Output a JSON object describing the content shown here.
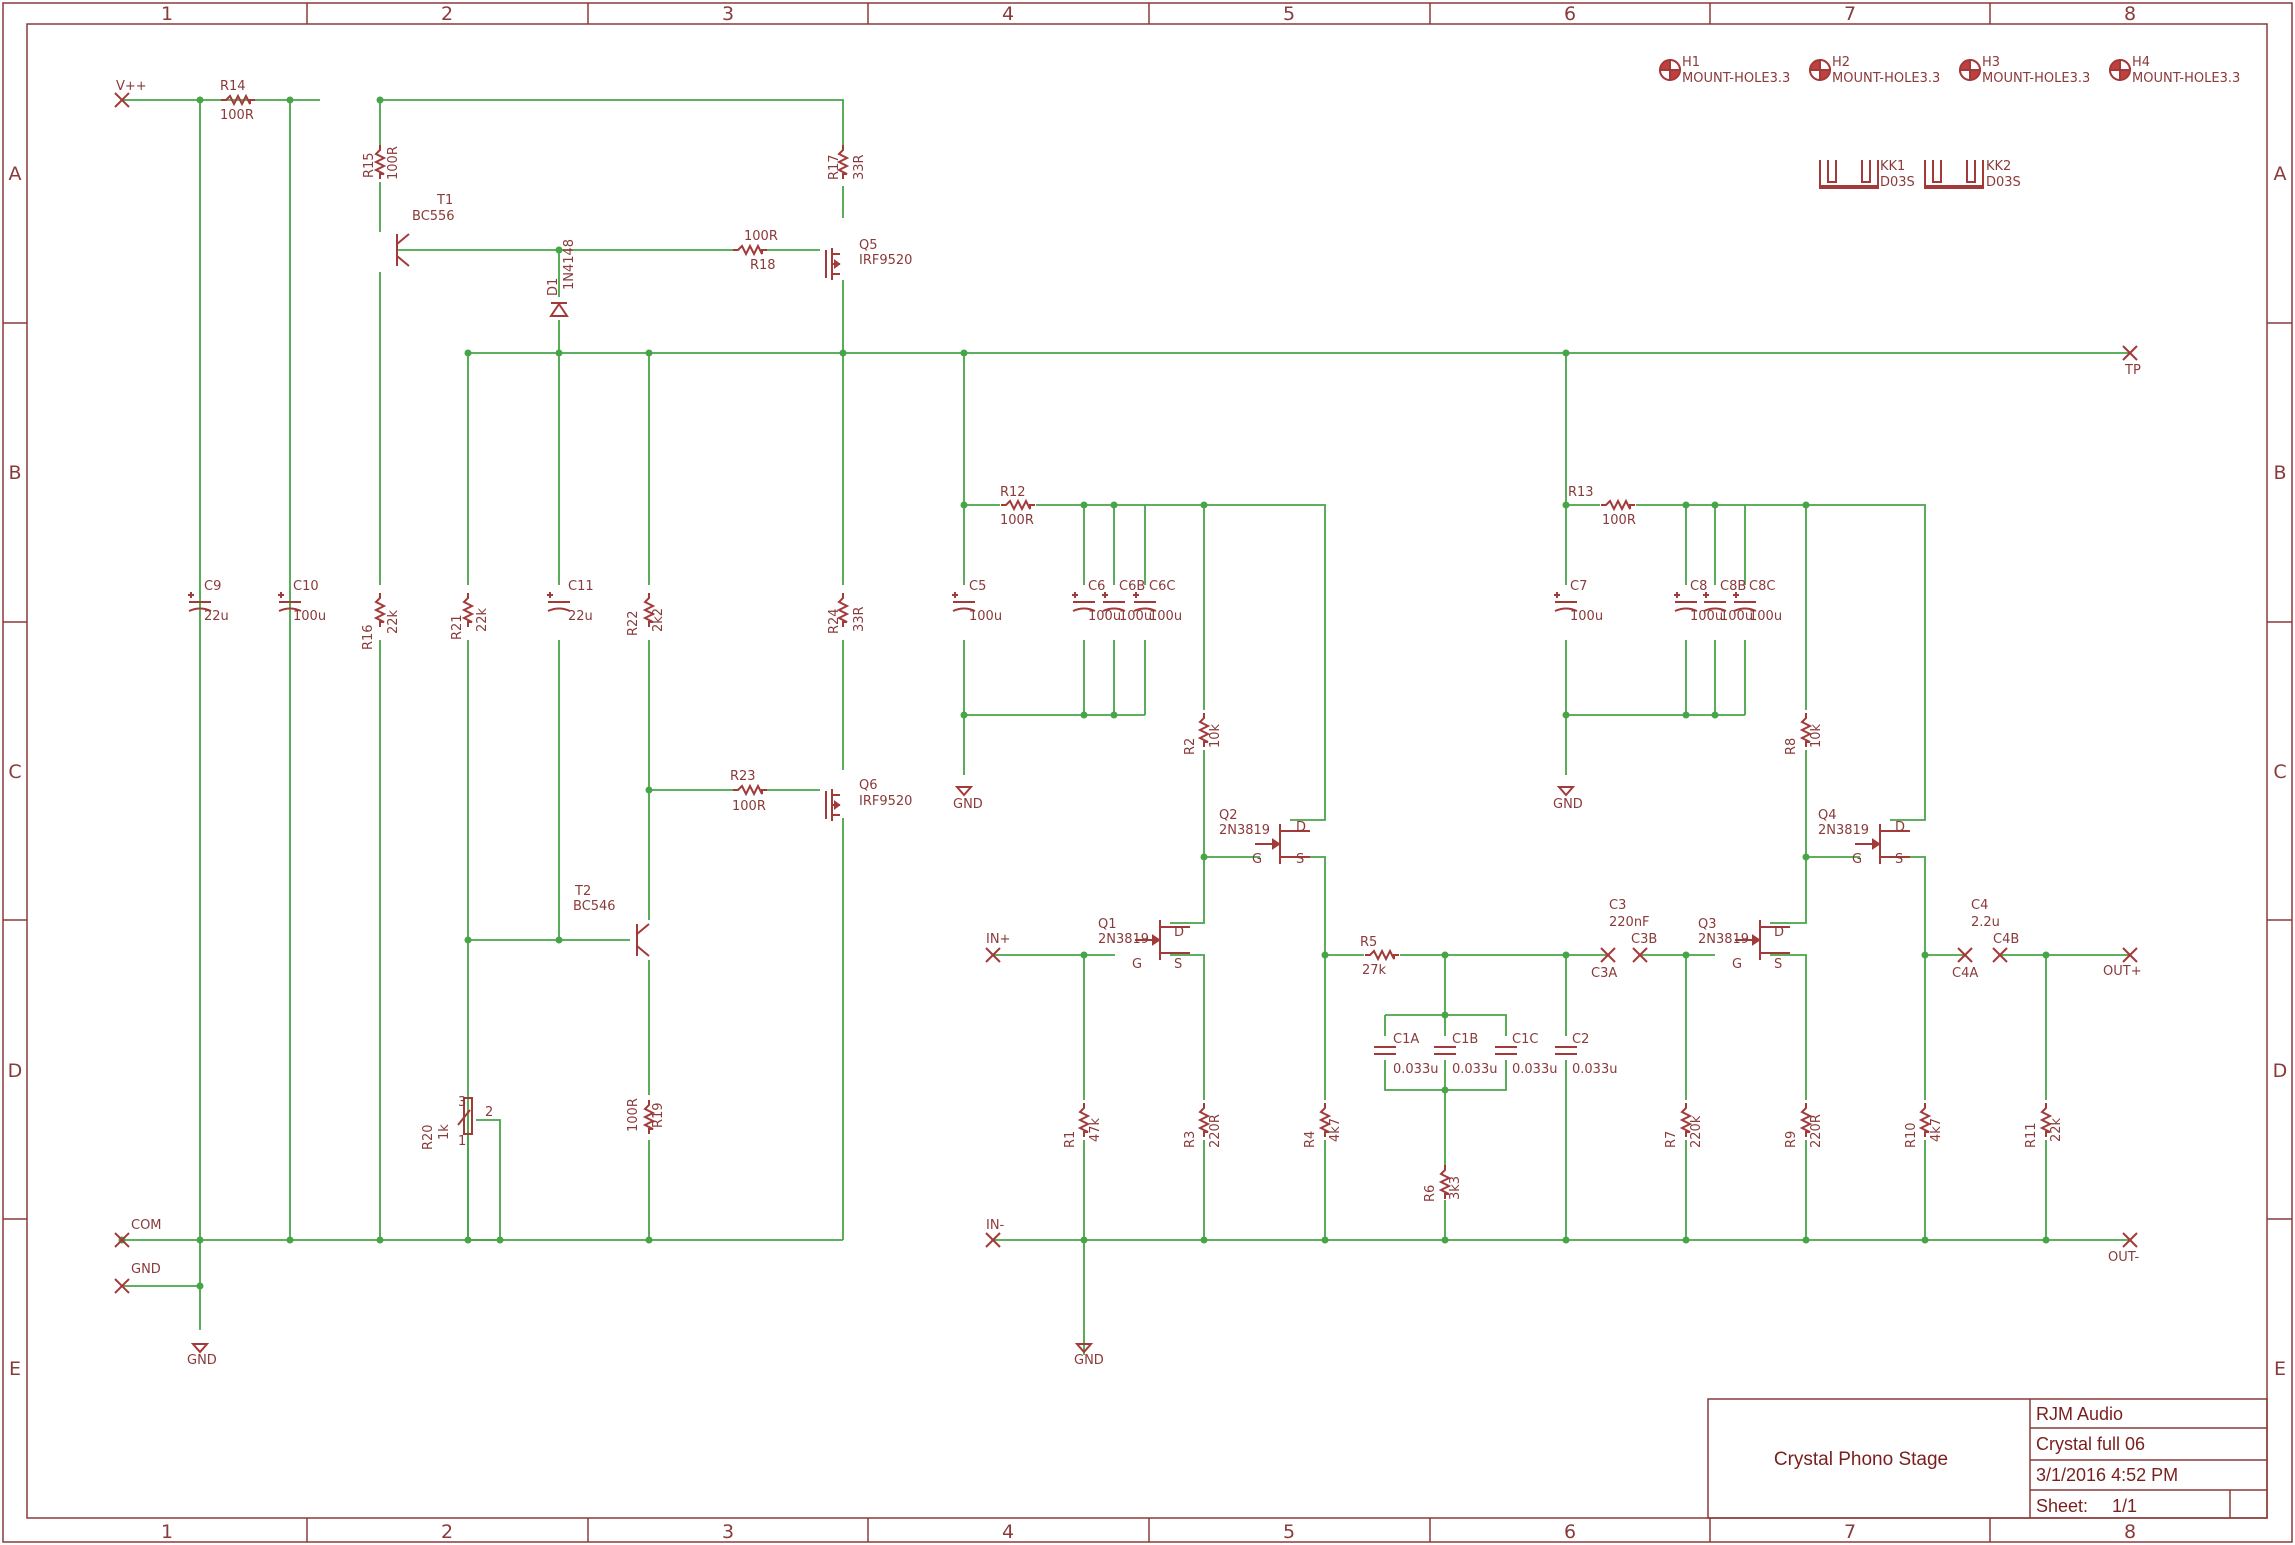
{
  "frame": {
    "columns": [
      "1",
      "2",
      "3",
      "4",
      "5",
      "6",
      "7",
      "8"
    ],
    "rows": [
      "A",
      "B",
      "C",
      "D",
      "E"
    ]
  },
  "title_block": {
    "company": "RJM Audio",
    "title": "Crystal Phono Stage",
    "file": "Crystal full 06",
    "date": "3/1/2016 4:52 PM",
    "sheet_label": "Sheet:",
    "sheet_value": "1/1"
  },
  "hardware": {
    "holes": [
      {
        "name": "H1",
        "value": "MOUNT-HOLE3.3"
      },
      {
        "name": "H2",
        "value": "MOUNT-HOLE3.3"
      },
      {
        "name": "H3",
        "value": "MOUNT-HOLE3.3"
      },
      {
        "name": "H4",
        "value": "MOUNT-HOLE3.3"
      }
    ],
    "heatsinks": [
      {
        "name": "KK1",
        "value": "D03S"
      },
      {
        "name": "KK2",
        "value": "D03S"
      }
    ]
  },
  "ports": {
    "vpp": "V++",
    "com": "COM",
    "gnd": "GND",
    "tp": "TP",
    "in_p": "IN+",
    "in_n": "IN-",
    "out_p": "OUT+",
    "out_n": "OUT-"
  },
  "grounds": {
    "g1": "GND",
    "g2": "GND",
    "g3": "GND",
    "g4": "GND"
  },
  "components": {
    "R14": {
      "name": "R14",
      "value": "100R"
    },
    "R15": {
      "name": "R15",
      "value": "100R"
    },
    "R16": {
      "name": "R16",
      "value": "22k"
    },
    "R17": {
      "name": "R17",
      "value": "33R"
    },
    "R18": {
      "name": "R18",
      "value": "100R"
    },
    "R19": {
      "name": "R19",
      "value": "100R"
    },
    "R20": {
      "name": "R20",
      "value": "1k"
    },
    "R21": {
      "name": "R21",
      "value": "22k"
    },
    "R22": {
      "name": "R22",
      "value": "2k2"
    },
    "R23": {
      "name": "R23",
      "value": "100R"
    },
    "R24": {
      "name": "R24",
      "value": "33R"
    },
    "R1": {
      "name": "R1",
      "value": "47k"
    },
    "R2": {
      "name": "R2",
      "value": "10k"
    },
    "R3": {
      "name": "R3",
      "value": "220R"
    },
    "R4": {
      "name": "R4",
      "value": "4k7"
    },
    "R5": {
      "name": "R5",
      "value": "27k"
    },
    "R6": {
      "name": "R6",
      "value": "3k3"
    },
    "R7": {
      "name": "R7",
      "value": "220k"
    },
    "R8": {
      "name": "R8",
      "value": "10k"
    },
    "R9": {
      "name": "R9",
      "value": "220R"
    },
    "R10": {
      "name": "R10",
      "value": "4k7"
    },
    "R11": {
      "name": "R11",
      "value": "22k"
    },
    "R12": {
      "name": "R12",
      "value": "100R"
    },
    "R13": {
      "name": "R13",
      "value": "100R"
    },
    "C9": {
      "name": "C9",
      "value": "22u"
    },
    "C10": {
      "name": "C10",
      "value": "100u"
    },
    "C11": {
      "name": "C11",
      "value": "22u"
    },
    "C5": {
      "name": "C5",
      "value": "100u"
    },
    "C6": {
      "name": "C6",
      "value": "100u"
    },
    "C6B": {
      "name": "C6B",
      "value": "100u"
    },
    "C6C": {
      "name": "C6C",
      "value": "100u"
    },
    "C7": {
      "name": "C7",
      "value": "100u"
    },
    "C8": {
      "name": "C8",
      "value": "100u"
    },
    "C8B": {
      "name": "C8B",
      "value": "100u"
    },
    "C8C": {
      "name": "C8C",
      "value": "100u"
    },
    "C1A": {
      "name": "C1A",
      "value": "0.033u"
    },
    "C1B": {
      "name": "C1B",
      "value": "0.033u"
    },
    "C1C": {
      "name": "C1C",
      "value": "0.033u"
    },
    "C2": {
      "name": "C2",
      "value": "0.033u"
    },
    "C3": {
      "name": "C3",
      "value": "220nF",
      "pin_a": "C3A",
      "pin_b": "C3B"
    },
    "C4": {
      "name": "C4",
      "value": "2.2u",
      "pin_a": "C4A",
      "pin_b": "C4B"
    },
    "D1": {
      "name": "D1",
      "value": "1N4148"
    },
    "T1": {
      "name": "T1",
      "value": "BC556"
    },
    "T2": {
      "name": "T2",
      "value": "BC546"
    },
    "Q5": {
      "name": "Q5",
      "value": "IRF9520"
    },
    "Q6": {
      "name": "Q6",
      "value": "IRF9520"
    },
    "Q1": {
      "name": "Q1",
      "value": "2N3819"
    },
    "Q2": {
      "name": "Q2",
      "value": "2N3819"
    },
    "Q3": {
      "name": "Q3",
      "value": "2N3819"
    },
    "Q4": {
      "name": "Q4",
      "value": "2N3819"
    }
  },
  "pins": {
    "g": "G",
    "s": "S",
    "d": "D",
    "pot1": "1",
    "pot2": "2",
    "pot3": "3"
  },
  "colors": {
    "frame": "#8a3a3a",
    "wire": "#47a447",
    "part": "#a33a3a",
    "text": "#8a3a3a"
  }
}
